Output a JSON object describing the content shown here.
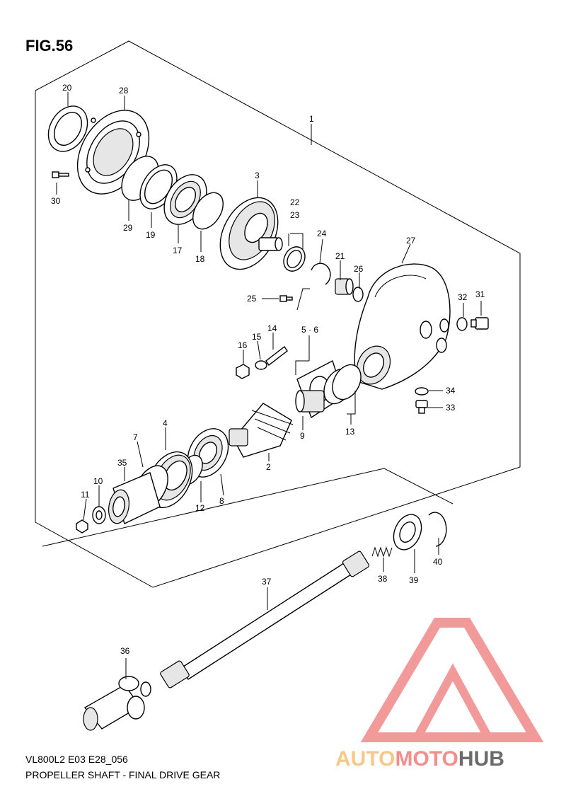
{
  "figure": {
    "title": "FIG.56"
  },
  "footer": {
    "model_code": "VL800L2 E03 E28_056",
    "caption": "PROPELLER SHAFT - FINAL DRIVE GEAR"
  },
  "watermark": {
    "part1": "AUTO",
    "part2": "MOTO",
    "part3": "HUB",
    "colors": {
      "auto": "#f6c889",
      "moto": "#f58d8d",
      "hub": "#6b6b6b",
      "logo": "#f29a9a"
    }
  },
  "part_labels": {
    "p1": "1",
    "p2": "2",
    "p3": "3",
    "p4": "4",
    "p56": "5 · 6",
    "p7": "7",
    "p8": "8",
    "p9": "9",
    "p10": "10",
    "p11": "11",
    "p12": "12",
    "p13": "13",
    "p14": "14",
    "p15": "15",
    "p16": "16",
    "p17": "17",
    "p18": "18",
    "p19": "19",
    "p20": "20",
    "p21": "21",
    "p22": "22",
    "p23": "23",
    "p24": "24",
    "p25": "25",
    "p26": "26",
    "p27": "27",
    "p28": "28",
    "p29": "29",
    "p30": "30",
    "p31": "31",
    "p32": "32",
    "p33": "33",
    "p34": "34",
    "p35": "35",
    "p36": "36",
    "p37": "37",
    "p38": "38",
    "p39": "39",
    "p40": "40"
  }
}
